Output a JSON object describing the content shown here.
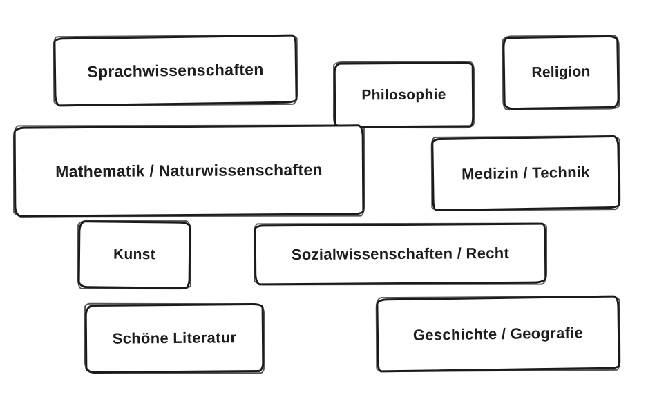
{
  "canvas": {
    "background_color": "#ffffff",
    "stroke_color": "#1b1b1b",
    "text_color": "#1d1d1d",
    "style": "hand-drawn sketch boxes"
  },
  "categories": [
    {
      "id": "sprachwissenschaften",
      "label": "Sprachwissenschaften"
    },
    {
      "id": "philosophie",
      "label": "Philosophie"
    },
    {
      "id": "religion",
      "label": "Religion"
    },
    {
      "id": "mathematik-naturwissenschaften",
      "label": "Mathematik / Naturwissenschaften"
    },
    {
      "id": "medizin-technik",
      "label": "Medizin / Technik"
    },
    {
      "id": "kunst",
      "label": "Kunst"
    },
    {
      "id": "sozialwissenschaften-recht",
      "label": "Sozialwissenschaften / Recht"
    },
    {
      "id": "schoene-literatur",
      "label": "Schöne Literatur"
    },
    {
      "id": "geschichte-geografie",
      "label": "Geschichte / Geografie"
    }
  ]
}
